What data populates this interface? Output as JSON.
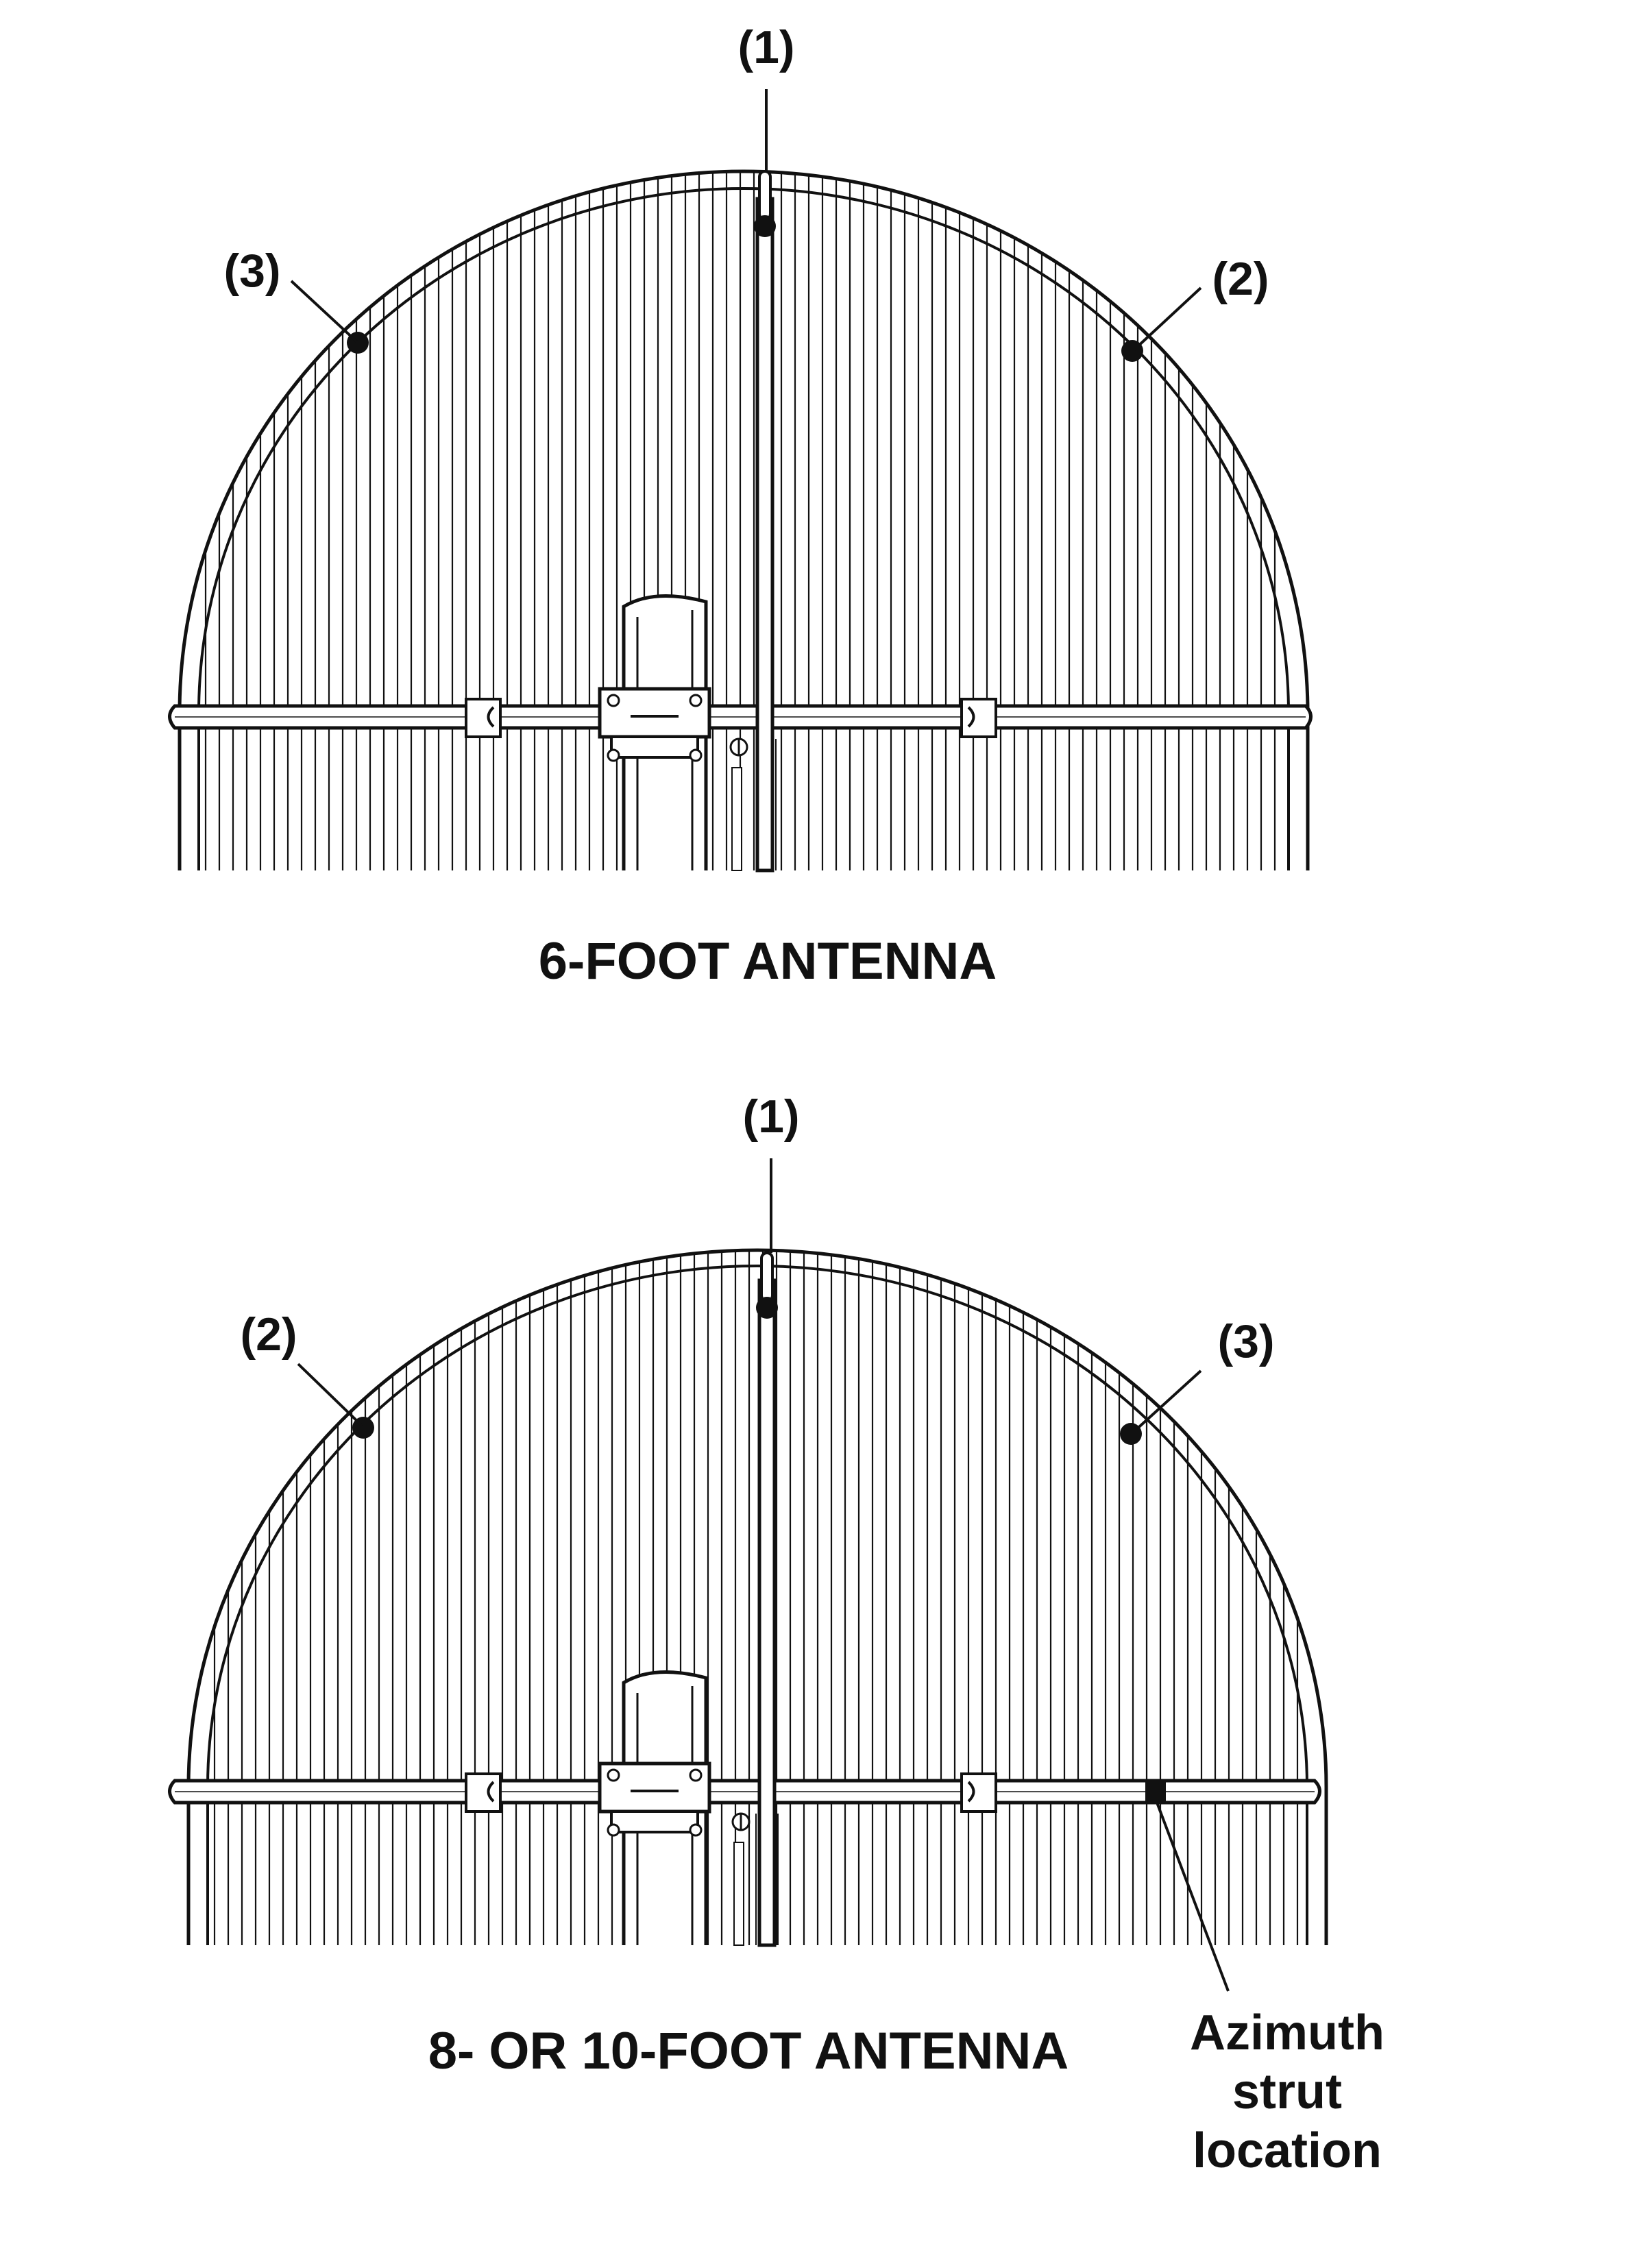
{
  "figure": {
    "colors": {
      "ink": "#111111",
      "paper": "#ffffff"
    },
    "panels": [
      {
        "id": "top",
        "caption": "6-FOOT ANTENNA",
        "callouts": {
          "center": "(1)",
          "left": "(3)",
          "right": "(2)"
        }
      },
      {
        "id": "bottom",
        "caption": "8- OR 10-FOOT ANTENNA",
        "callouts": {
          "center": "(1)",
          "left": "(2)",
          "right": "(3)"
        },
        "strut_note": [
          "Azimuth",
          "strut",
          "location"
        ]
      }
    ]
  }
}
